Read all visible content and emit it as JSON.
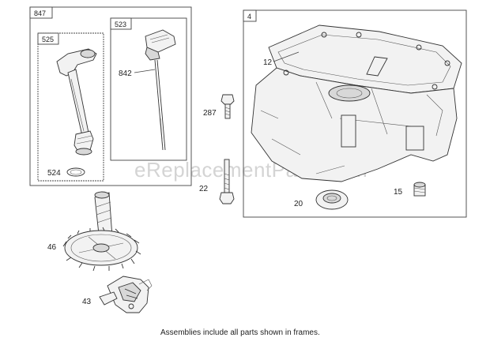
{
  "watermark": "eReplacementParts.com",
  "footer_note": "Assemblies include all parts shown in frames.",
  "frames": {
    "outer_847": "847",
    "tube_525": "525",
    "dipstick_523": "523",
    "crankcase_4": "4"
  },
  "callouts": {
    "c842": "842",
    "c524": "524",
    "c12": "12",
    "c287": "287",
    "c22": "22",
    "c20": "20",
    "c15": "15",
    "c46": "46",
    "c43": "43"
  }
}
